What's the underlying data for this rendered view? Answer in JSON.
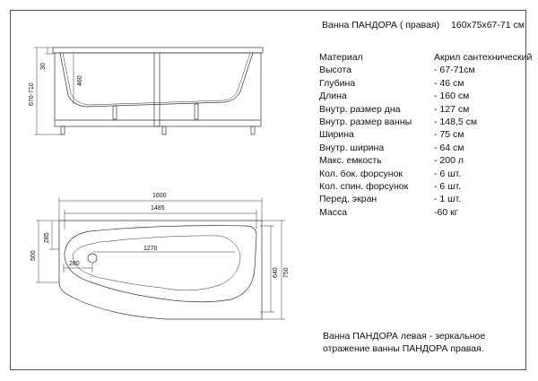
{
  "header": {
    "product": "Ванна ПАНДОРА  ( правая)",
    "size": "160x75x67-71 см"
  },
  "specs": [
    {
      "label": "Материал",
      "value": "Акрил сантехнический"
    },
    {
      "label": "Высота",
      "value": "- 67-71см"
    },
    {
      "label": "Глубина",
      "value": "- 46 см"
    },
    {
      "label": "Длина",
      "value": "- 160 см"
    },
    {
      "label": "Внутр. размер дна",
      "value": "- 127 см"
    },
    {
      "label": "Внутр. размер ванны",
      "value": "- 148,5 см"
    },
    {
      "label": "Ширина",
      "value": "- 75 см"
    },
    {
      "label": "Внутр. ширина",
      "value": "- 64 см"
    },
    {
      "label": "Макс. емкость",
      "value": "- 200  л"
    },
    {
      "label": "Кол. бок. форсунок",
      "value": "- 6 шт."
    },
    {
      "label": "Кол. спин. форсунок",
      "value": "- 6 шт."
    },
    {
      "label": "Перед. экран",
      "value": "- 1 шт."
    },
    {
      "label": "Масса",
      "value": "-60 кг"
    }
  ],
  "note": "Ванна ПАНДОРА левая - зеркальное отражение ванны ПАНДОРА правая.",
  "dimensions": {
    "side_rim": "30",
    "side_depth": "460",
    "side_height": "670-710",
    "top_length": "1600",
    "top_inner_length": "1485",
    "top_bottom_length": "1270",
    "top_drain": "280",
    "top_narrow_width": "285",
    "top_end_width": "500",
    "top_inner_width": "640",
    "top_width": "750"
  }
}
